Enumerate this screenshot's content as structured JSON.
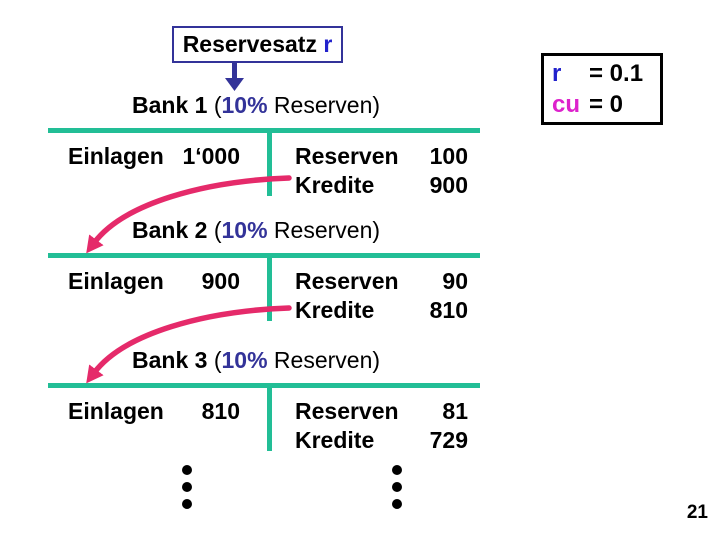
{
  "slide": {
    "title_box": {
      "label": "Reservesatz",
      "variable": " r"
    },
    "params_box": {
      "rows": [
        {
          "var": "r",
          "expr": "= 0.1"
        },
        {
          "var": "cu",
          "expr": "= 0"
        }
      ]
    },
    "banks": [
      {
        "heading": {
          "name": "Bank 1",
          "open": " (",
          "percent": "10%",
          "rest": " Reserven)"
        },
        "left": {
          "label": "Einlagen",
          "value": "1‘000"
        },
        "right": [
          {
            "label": "Reserven",
            "value": "100"
          },
          {
            "label": "Kredite",
            "value": "900"
          }
        ]
      },
      {
        "heading": {
          "name": "Bank 2",
          "open": " (",
          "percent": "10%",
          "rest": " Reserven)"
        },
        "left": {
          "label": "Einlagen",
          "value": "900"
        },
        "right": [
          {
            "label": "Reserven",
            "value": "90"
          },
          {
            "label": "Kredite",
            "value": "810"
          }
        ]
      },
      {
        "heading": {
          "name": "Bank 3",
          "open": " (",
          "percent": "10%",
          "rest": " Reserven)"
        },
        "left": {
          "label": "Einlagen",
          "value": "810"
        },
        "right": [
          {
            "label": "Reserven",
            "value": "81"
          },
          {
            "label": "Kredite",
            "value": "729"
          }
        ]
      }
    ],
    "page_number": "21",
    "colors": {
      "teal_lines": "#22BE96",
      "flow_arrow_magenta": "#E52A6A",
      "variable_blue": "#2222CC",
      "accent_dark_blue": "#333399",
      "cu_magenta": "#DD22CC"
    }
  }
}
